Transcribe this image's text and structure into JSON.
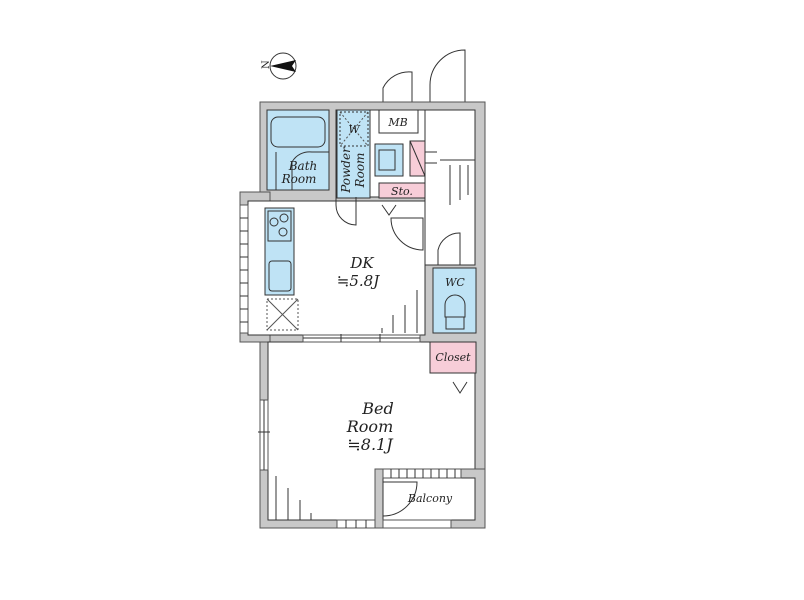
{
  "compass": {
    "label": "N"
  },
  "rooms": {
    "bath": {
      "line1": "Bath",
      "line2": "Room"
    },
    "powder": {
      "line1": "Powder",
      "line2": "Room"
    },
    "washer": {
      "label": "W"
    },
    "meter_box": {
      "label": "MB"
    },
    "storage": {
      "label": "Sto."
    },
    "dk": {
      "name": "DK",
      "size": "≒5.8J"
    },
    "wc": {
      "label": "WC"
    },
    "closet": {
      "label": "Closet"
    },
    "bedroom": {
      "line1": "Bed",
      "line2": "Room",
      "size": "≒8.1J"
    },
    "balcony": {
      "label": "Balcony"
    }
  },
  "colors": {
    "wet_area": "#bfe3f5",
    "storage": "#f7cdd8",
    "wall": "#c8c8c8"
  }
}
